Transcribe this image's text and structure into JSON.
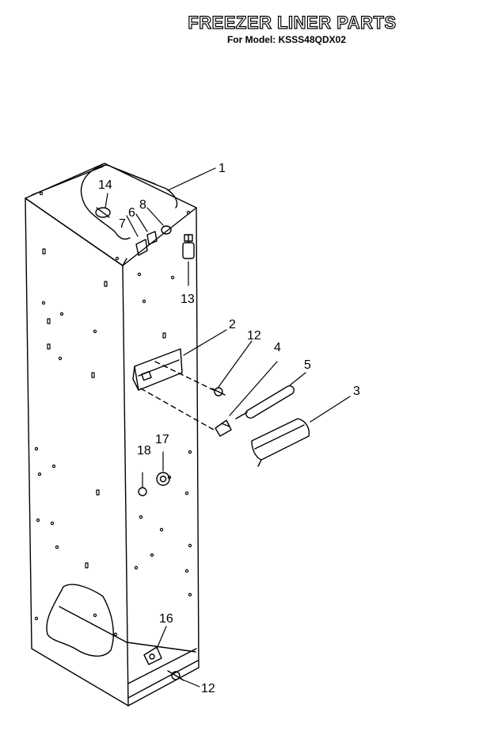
{
  "header": {
    "title": "FREEZER LINER PARTS",
    "subtitle": "For Model: KSSS48QDX02"
  },
  "callouts": [
    {
      "id": "c1",
      "label": "1"
    },
    {
      "id": "c2",
      "label": "2"
    },
    {
      "id": "c3",
      "label": "3"
    },
    {
      "id": "c4",
      "label": "4"
    },
    {
      "id": "c5",
      "label": "5"
    },
    {
      "id": "c6",
      "label": "6"
    },
    {
      "id": "c7",
      "label": "7"
    },
    {
      "id": "c8",
      "label": "8"
    },
    {
      "id": "c12a",
      "label": "12"
    },
    {
      "id": "c12b",
      "label": "12"
    },
    {
      "id": "c13",
      "label": "13"
    },
    {
      "id": "c14",
      "label": "14"
    },
    {
      "id": "c16",
      "label": "16"
    },
    {
      "id": "c17",
      "label": "17"
    },
    {
      "id": "c18",
      "label": "18"
    }
  ]
}
